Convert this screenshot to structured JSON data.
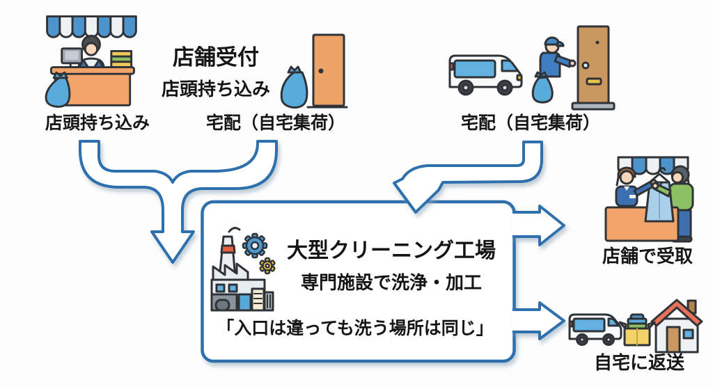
{
  "diagram": {
    "inputs": {
      "store_dropoff_label": "店頭持ち込み",
      "reception_heading": "店舗受付",
      "reception_sub": "店頭持ち込み",
      "delivery_mid_label": "宅配（自宅集荷）",
      "delivery_right_label": "宅配（自宅集荷）"
    },
    "factory": {
      "title": "大型クリーニング工場",
      "subtitle": "専門施設で洗浄・加工",
      "quote": "「入口は違っても洗う場所は同じ」"
    },
    "outputs": {
      "pickup_label": "店舗で受取",
      "return_label": "自宅に返送"
    },
    "icons": {
      "top_left": "storefront-counter-icon",
      "middle": "laundry-bag-door-icon",
      "top_right": "courier-van-door-icon",
      "center": "factory-gears-icon",
      "right_upper": "store-pickup-handover-icon",
      "right_lower": "van-house-return-icon"
    },
    "colors": {
      "accent_blue": "#2E6FAD",
      "text": "#161616",
      "background": "#FDFDFD",
      "awning_blue": "#4E94CC",
      "counter_orange": "#F2A469",
      "bag_blue": "#59ABDC",
      "door_orange": "#EDA365",
      "door_brown": "#C9975F",
      "van_white": "#F8FAFA",
      "window_blue": "#63B1E0",
      "gear_blue": "#4D9AD2",
      "gear_yellow": "#F6CE4B",
      "roof_red": "#E87158",
      "customer_green": "#8CC063"
    }
  }
}
